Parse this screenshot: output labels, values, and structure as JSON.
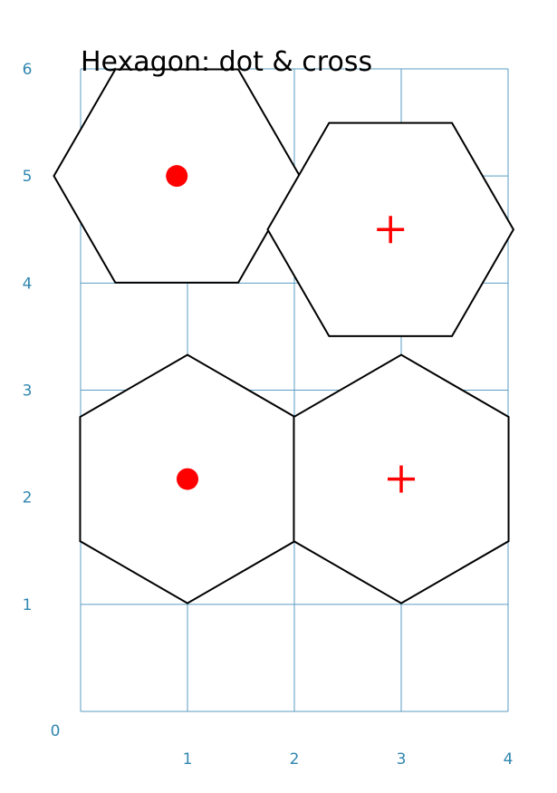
{
  "title": "Hexagon: dot & cross",
  "colors": {
    "grid": "#5a9ec2",
    "tick_label": "#2f86b0",
    "hex_stroke": "#000000",
    "marker": "#ff0000"
  },
  "axes": {
    "x_range": [
      0,
      4
    ],
    "y_range": [
      0,
      6
    ],
    "x_ticks": [
      "1",
      "2",
      "3",
      "4"
    ],
    "y_ticks": [
      "1",
      "2",
      "3",
      "4",
      "5",
      "6"
    ],
    "origin_label": "0"
  },
  "grid": true,
  "shapes": [
    {
      "name": "hexagon-top-left",
      "orientation": "flat-top",
      "center": [
        0.9,
        5.0
      ],
      "radius": 1.15,
      "marker": "dot"
    },
    {
      "name": "hexagon-top-right",
      "orientation": "flat-top",
      "center": [
        2.9,
        4.5
      ],
      "radius": 1.15,
      "marker": "cross"
    },
    {
      "name": "hexagon-bottom-left",
      "orientation": "pointy-top",
      "center": [
        1.0,
        2.17
      ],
      "radius": 1.16,
      "marker": "dot"
    },
    {
      "name": "hexagon-bottom-right",
      "orientation": "pointy-top",
      "center": [
        3.0,
        2.17
      ],
      "radius": 1.16,
      "marker": "cross"
    }
  ]
}
